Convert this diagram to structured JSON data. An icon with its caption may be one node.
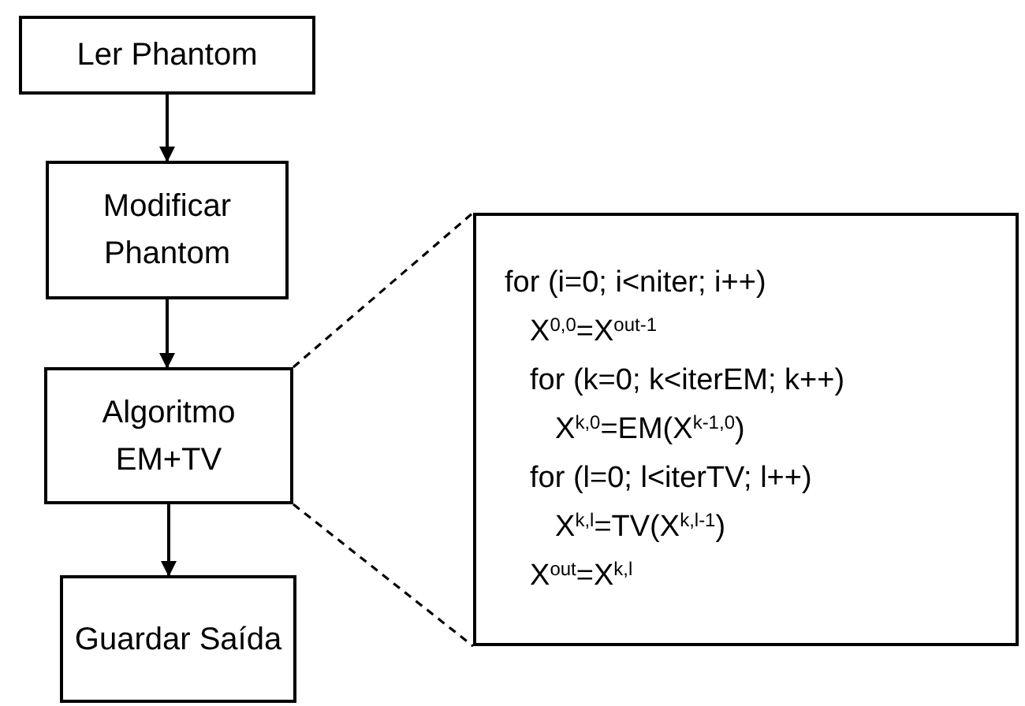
{
  "diagram": {
    "nodes": [
      {
        "text": [
          "Ler Phantom"
        ]
      },
      {
        "text": [
          "Modificar Phantom"
        ]
      },
      {
        "text": [
          "Algoritmo EM+TV"
        ]
      },
      {
        "text": [
          "Guardar Saída"
        ]
      },
      {
        "text": [
          "for (i=0; i<niter; i++)",
          "X$^{0,0}$=X$^{out-1}$",
          "for (k=0; k<iterEM; k++)",
          "X$^{k,0}$=EM(X$^{k-1,0}$)",
          "for (l=0; l<iterTV; l++)",
          "X$^{k,l}$=TV(X$^{k,l-1}$)",
          "X$^{out}$=X$^{k,l}$"
        ]
      }
    ],
    "edges": [
      {
        "from": 0,
        "to": 1,
        "arrow": "to"
      },
      {
        "from": 1,
        "to": 2,
        "arrow": "to"
      },
      {
        "from": 2,
        "to": 3,
        "arrow": "to"
      },
      {
        "from": 2,
        "to": 4,
        "arrow": "none",
        "style": "dashed"
      },
      {
        "from": 2,
        "to": 4,
        "arrow": "none",
        "style": "dashed"
      }
    ]
  }
}
